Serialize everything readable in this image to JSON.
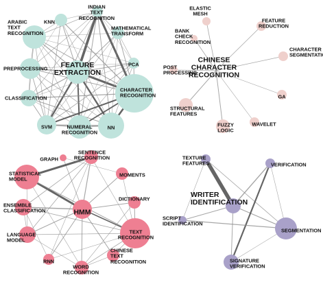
{
  "colors": {
    "teal": "#bfe3dc",
    "teal_edge": "#9ccfc5",
    "pink": "#efd0cc",
    "red": "#ee7f92",
    "purple": "#a9a1c9",
    "edge": "#444444"
  },
  "panels": [
    {
      "id": "feature-extraction",
      "color": "teal",
      "nodes": [
        {
          "id": "fe",
          "label": "FEATURE\nEXTRACTION"
        },
        {
          "id": "arabic",
          "label": "ARABIC\nTEXT\nRECOGNITION"
        },
        {
          "id": "knn",
          "label": "KNN"
        },
        {
          "id": "indian",
          "label": "INDIAN\nTEXT\nRECOGNITION"
        },
        {
          "id": "math",
          "label": "MATHEMATICAL\nTRANSFORM"
        },
        {
          "id": "pre",
          "label": "PREPROCESSING"
        },
        {
          "id": "pca",
          "label": "PCA"
        },
        {
          "id": "cls",
          "label": "CLASSIFICATION"
        },
        {
          "id": "char",
          "label": "CHARACTER\nRECOGNITION"
        },
        {
          "id": "svm",
          "label": "SVM"
        },
        {
          "id": "num",
          "label": "NUMERAL\nRECOGNITION"
        },
        {
          "id": "nn",
          "label": "NN"
        }
      ]
    },
    {
      "id": "chinese-character-recognition",
      "color": "pink",
      "nodes": [
        {
          "id": "ccr",
          "label": "CHINESE\nCHARACTER\nRECOGNITION"
        },
        {
          "id": "elastic",
          "label": "ELASTIC\nMESH"
        },
        {
          "id": "fred",
          "label": "FEATURE\nREDUCTION"
        },
        {
          "id": "bank",
          "label": "BANK\nCHECK\nRECOGNITION"
        },
        {
          "id": "cseg",
          "label": "CHARACTER\nSEGMENTATION"
        },
        {
          "id": "post",
          "label": "POST\nPROCESSING"
        },
        {
          "id": "ga",
          "label": "GA"
        },
        {
          "id": "struct",
          "label": "STRUCTURAL\nFEATURES"
        },
        {
          "id": "fuzzy",
          "label": "FUZZY\nLOGIC"
        },
        {
          "id": "wavelet",
          "label": "WAVELET"
        }
      ]
    },
    {
      "id": "hmm",
      "color": "red",
      "nodes": [
        {
          "id": "hmm",
          "label": "HMM"
        },
        {
          "id": "graph",
          "label": "GRAPH"
        },
        {
          "id": "sent",
          "label": "SENTENCE\nRECOGNITION"
        },
        {
          "id": "stat",
          "label": "STATISTICAL\nMODEL"
        },
        {
          "id": "moments",
          "label": "MOMENTS"
        },
        {
          "id": "dict",
          "label": "DICTIONARY"
        },
        {
          "id": "ens",
          "label": "ENSEMBLE\nCLASSIFICATION"
        },
        {
          "id": "text",
          "label": "TEXT\nRECOGNITION"
        },
        {
          "id": "lang",
          "label": "LANGUAGE\nMODEL"
        },
        {
          "id": "rnn",
          "label": "RNN"
        },
        {
          "id": "word",
          "label": "WORD\nRECOGNITION"
        },
        {
          "id": "ctext",
          "label": "CHINESE\nTEXT\nRECOGNITION"
        }
      ]
    },
    {
      "id": "writer-identification",
      "color": "purple",
      "nodes": [
        {
          "id": "wid",
          "label": "WRITER\nIDENTIFICATION"
        },
        {
          "id": "tex",
          "label": "TEXTURE\nFEATURES"
        },
        {
          "id": "ver",
          "label": "VERIFICATION"
        },
        {
          "id": "script",
          "label": "SCRIPT\nIDENTIFICATION"
        },
        {
          "id": "seg",
          "label": "SEGMENTATION"
        },
        {
          "id": "sig",
          "label": "SIGNATURE\nVERIFICATION"
        }
      ]
    }
  ]
}
